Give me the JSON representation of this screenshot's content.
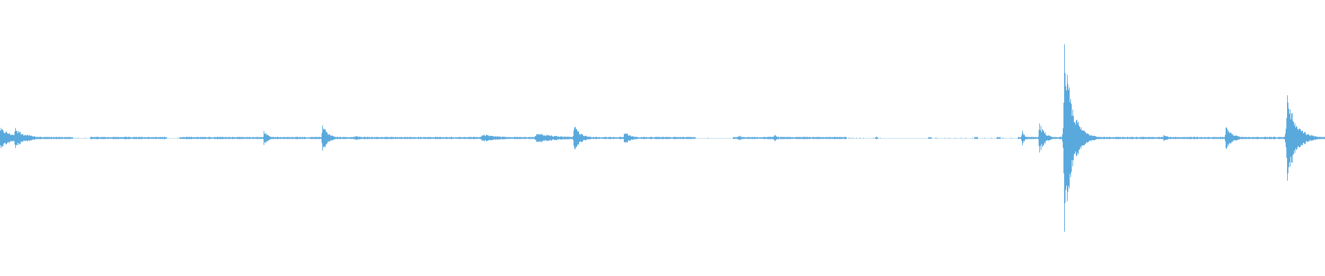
{
  "waveform": {
    "color": "#5aa9dd",
    "baseline_fraction": 0.5,
    "max_amplitude_fraction": 0.35,
    "events": [
      {
        "t": 0.0,
        "amp": 0.11,
        "width": 0.01
      },
      {
        "t": 0.011,
        "amp": 0.13,
        "width": 0.006
      },
      {
        "t": 0.02,
        "amp": 0.05,
        "width": 0.006
      },
      {
        "t": 0.199,
        "amp": 0.09,
        "width": 0.003
      },
      {
        "t": 0.243,
        "amp": 0.17,
        "width": 0.004
      },
      {
        "t": 0.268,
        "amp": 0.03,
        "width": 0.004
      },
      {
        "t": 0.364,
        "amp": 0.04,
        "width": 0.015
      },
      {
        "t": 0.405,
        "amp": 0.05,
        "width": 0.02
      },
      {
        "t": 0.433,
        "amp": 0.15,
        "width": 0.005
      },
      {
        "t": 0.471,
        "amp": 0.08,
        "width": 0.005
      },
      {
        "t": 0.557,
        "amp": 0.03,
        "width": 0.004
      },
      {
        "t": 0.584,
        "amp": 0.05,
        "width": 0.002
      },
      {
        "t": 0.771,
        "amp": 0.1,
        "width": 0.002
      },
      {
        "t": 0.784,
        "amp": 0.18,
        "width": 0.004
      },
      {
        "t": 0.803,
        "amp": 1.0,
        "width": 0.006
      },
      {
        "t": 0.878,
        "amp": 0.04,
        "width": 0.004
      },
      {
        "t": 0.925,
        "amp": 0.13,
        "width": 0.005
      },
      {
        "t": 0.971,
        "amp": 0.47,
        "width": 0.007
      }
    ],
    "silent_gaps": [
      [
        0.055,
        0.068
      ],
      [
        0.126,
        0.135
      ],
      [
        0.525,
        0.553
      ],
      [
        0.639,
        0.66
      ],
      [
        0.662,
        0.7
      ],
      [
        0.703,
        0.735
      ],
      [
        0.738,
        0.752
      ],
      [
        0.755,
        0.768
      ]
    ]
  }
}
